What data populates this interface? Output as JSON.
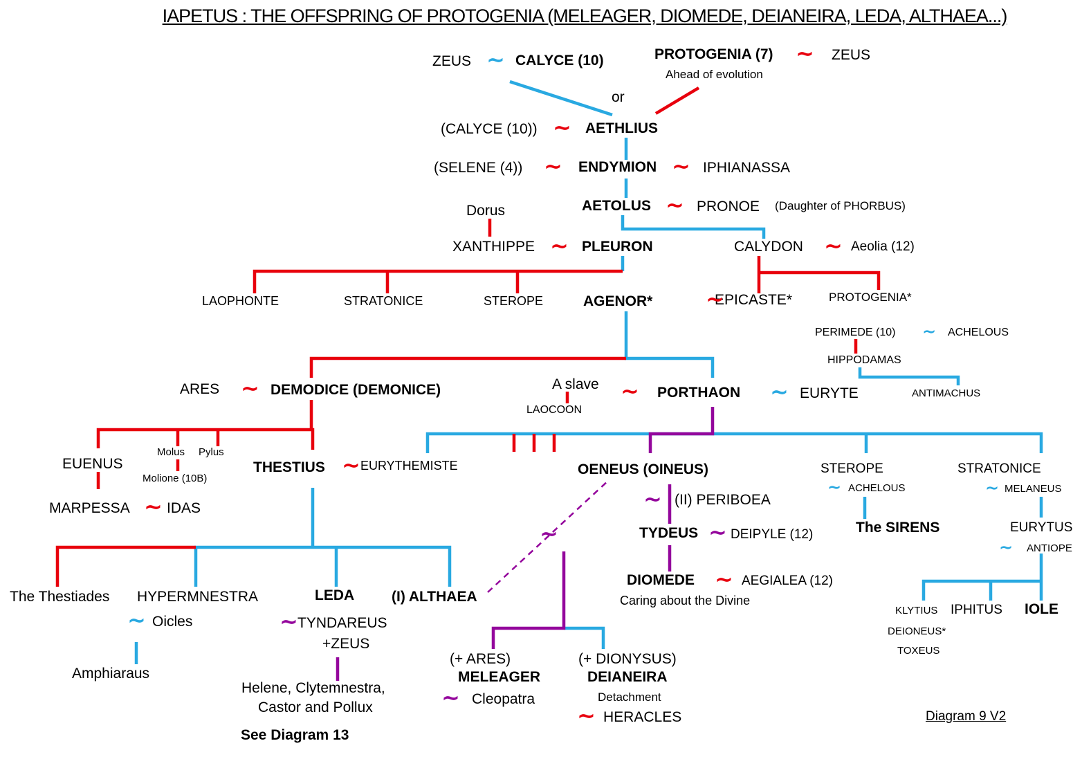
{
  "title": "IAPETUS : THE OFFSPRING OF PROTOGENIA (MELEAGER, DIOMEDE, DEIANEIRA, LEDA, ALTHAEA...)",
  "colors": {
    "red": "#e8000d",
    "cyan": "#29a9e1",
    "purple": "#94069c",
    "text": "#000000",
    "background": "#ffffff"
  },
  "glyphs": {
    "tilde": "∼"
  },
  "labels": {
    "zeus_top_left": "ZEUS",
    "calyce": "CALYCE (10)",
    "protogenia7": "PROTOGENIA (7)",
    "ahead_of_evolution": "Ahead of evolution",
    "zeus_top_right": "ZEUS",
    "or": "or",
    "calyce_paren": "(CALYCE (10))",
    "aethlius": "AETHLIUS",
    "selene": "(SELENE (4))",
    "endymion": "ENDYMION",
    "iphianassa": "IPHIANASSA",
    "dorus": "Dorus",
    "aetolus": "AETOLUS",
    "pronoe": "PRONOE",
    "phorbus": "(Daughter of PHORBUS)",
    "xanthippe": "XANTHIPPE",
    "pleuron": "PLEURON",
    "calydon": "CALYDON",
    "aeolia": "Aeolia (12)",
    "laophonte": "LAOPHONTE",
    "stratonice_pleuron": "STRATONICE",
    "sterope_pleuron": "STEROPE",
    "agenor": "AGENOR*",
    "epicaste": "EPICASTE*",
    "protogenia_star": "PROTOGENIA*",
    "perimede": "PERIMEDE (10)",
    "achelous_perimede": "ACHELOUS",
    "hippodamas": "HIPPODAMAS",
    "ares": "ARES",
    "demodice": "DEMODICE (DEMONICE)",
    "a_slave": "A slave",
    "laocoon": "LAOCOON",
    "porthaon": "PORTHAON",
    "euryte": "EURYTE",
    "antimachus": "ANTIMACHUS",
    "euenus": "EUENUS",
    "molus": "Molus",
    "pylus": "Pylus",
    "molione": "Molione (10B)",
    "marpessa": "MARPESSA",
    "idas": "IDAS",
    "thestius": "THESTIUS",
    "eurythemiste": "EURYTHEMISTE",
    "oeneus": "OENEUS (OINEUS)",
    "periboea": "(II) PERIBOEA",
    "tydeus": "TYDEUS",
    "deipyle": "DEIPYLE (12)",
    "diomede": "DIOMEDE",
    "aegialea": "AEGIALEA (12)",
    "caring": "Caring about the Divine",
    "sterope_porthaon": "STEROPE",
    "achelous_sterope": "ACHELOUS",
    "sirens": "The SIRENS",
    "stratonice_porthaon": "STRATONICE",
    "melaneus": "MELANEUS",
    "eurytus": "EURYTUS",
    "antiope": "ANTIOPE",
    "klytius": "KLYTIUS",
    "iphitus": "IPHITUS",
    "iole": "IOLE",
    "deioneus": "DEIONEUS*",
    "toxeus": "TOXEUS",
    "thestiades": "The Thestiades",
    "hypermnestra": "HYPERMNESTRA",
    "leda": "LEDA",
    "althaea": "(I) ALTHAEA",
    "oicles": "Oicles",
    "amphiaraus": "Amphiaraus",
    "tyndareus": "TYNDAREUS",
    "plus_zeus": "+ZEUS",
    "helene_line": "Helene, Clytemnestra,",
    "castor_line": "Castor and Pollux",
    "see_diagram_13": "See Diagram 13",
    "plus_ares": "(+ ARES)",
    "meleager": "MELEAGER",
    "cleopatra": "Cleopatra",
    "plus_dionysus": "(+ DIONYSUS)",
    "deianeira": "DEIANEIRA",
    "detachment": "Detachment",
    "heracles": "HERACLES",
    "diagram_ref": "Diagram 9 V2"
  }
}
